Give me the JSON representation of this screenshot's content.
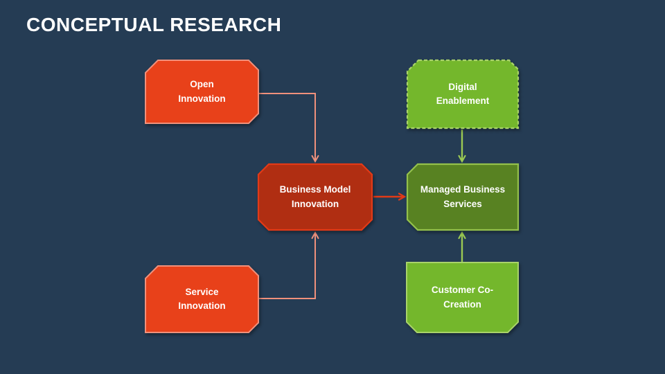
{
  "slide": {
    "title": "CONCEPTUAL RESEARCH",
    "title_color": "#FFFFFF",
    "background": "#253C54"
  },
  "boxes": {
    "open_innovation": {
      "label": "Open Innovation",
      "fill": "#E8411A",
      "border": "#F0917C",
      "text_color": "#FFFFFF"
    },
    "digital_enablement": {
      "label": "Digital Enablement",
      "fill": "#74B72C",
      "border": "#A9D36A",
      "border_style": "dashed",
      "dash_pattern": "5,3",
      "text_color": "#FFFFFF"
    },
    "business_model_innovation": {
      "label": "Business Model Innovation",
      "fill": "#B02E12",
      "border": "#E23A17",
      "text_color": "#FFFFFF"
    },
    "managed_business_services": {
      "label": "Managed Business Services",
      "fill": "#588222",
      "border": "#94C14C",
      "text_color": "#FFFFFF"
    },
    "service_innovation": {
      "label": "Service Innovation",
      "fill": "#E8411A",
      "border": "#F0917C",
      "text_color": "#FFFFFF"
    },
    "customer_co_creation": {
      "label": "Customer Co-Creation",
      "fill": "#74B72C",
      "border": "#A9D36A",
      "text_color": "#FFFFFF"
    }
  },
  "connectors": {
    "open_to_bmi": {
      "from": "Open Innovation",
      "to": "Business Model Innovation",
      "color": "#F0917C"
    },
    "service_to_bmi": {
      "from": "Service Innovation",
      "to": "Business Model Innovation",
      "color": "#F0917C"
    },
    "bmi_to_mbs": {
      "from": "Business Model Innovation",
      "to": "Managed Business Services",
      "color": "#E23A17"
    },
    "de_to_mbs": {
      "from": "Digital Enablement",
      "to": "Managed Business Services",
      "color": "#9CCA53"
    },
    "ccc_to_mbs": {
      "from": "Customer Co-Creation",
      "to": "Managed Business Services",
      "color": "#9CCA53"
    }
  }
}
